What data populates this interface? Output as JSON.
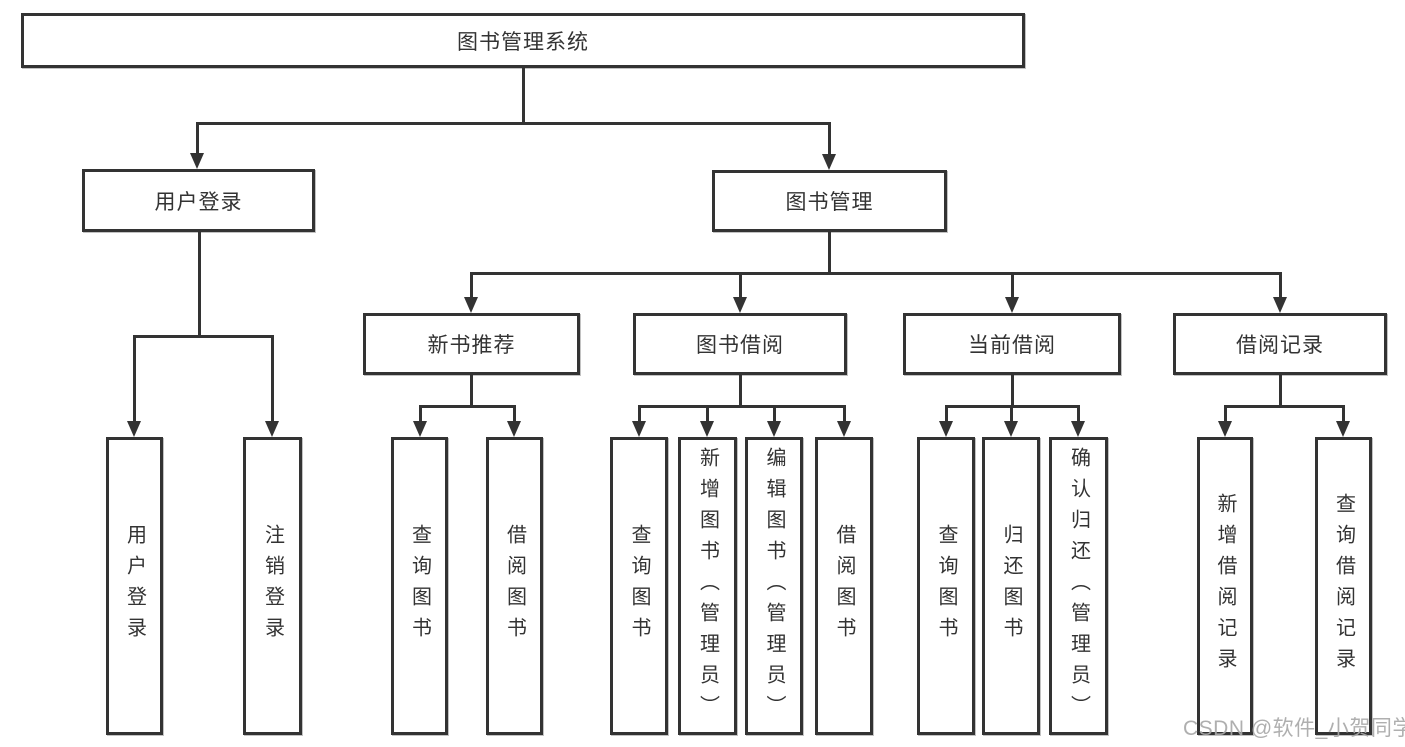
{
  "tree": {
    "root": {
      "label": "图书管理系统"
    },
    "branches": [
      {
        "label": "用户登录",
        "children": [
          {
            "label": "用户登录"
          },
          {
            "label": "注销登录"
          }
        ]
      },
      {
        "label": "图书管理",
        "children": [
          {
            "label": "新书推荐",
            "children": [
              {
                "label": "查询图书"
              },
              {
                "label": "借阅图书"
              }
            ]
          },
          {
            "label": "图书借阅",
            "children": [
              {
                "label": "查询图书"
              },
              {
                "label": "新增图书（管理员）"
              },
              {
                "label": "编辑图书（管理员）"
              },
              {
                "label": "借阅图书"
              }
            ]
          },
          {
            "label": "当前借阅",
            "children": [
              {
                "label": "查询图书"
              },
              {
                "label": "归还图书"
              },
              {
                "label": "确认归还（管理员）"
              }
            ]
          },
          {
            "label": "借阅记录",
            "children": [
              {
                "label": "新增借阅记录"
              },
              {
                "label": "查询借阅记录"
              }
            ]
          }
        ]
      }
    ]
  },
  "watermark": {
    "text": "CSDN @软件_小贺同学",
    "color": "#a8a8a8"
  },
  "colors": {
    "line": "#333333",
    "border": "#333333",
    "text": "#333333",
    "background": "#ffffff"
  }
}
